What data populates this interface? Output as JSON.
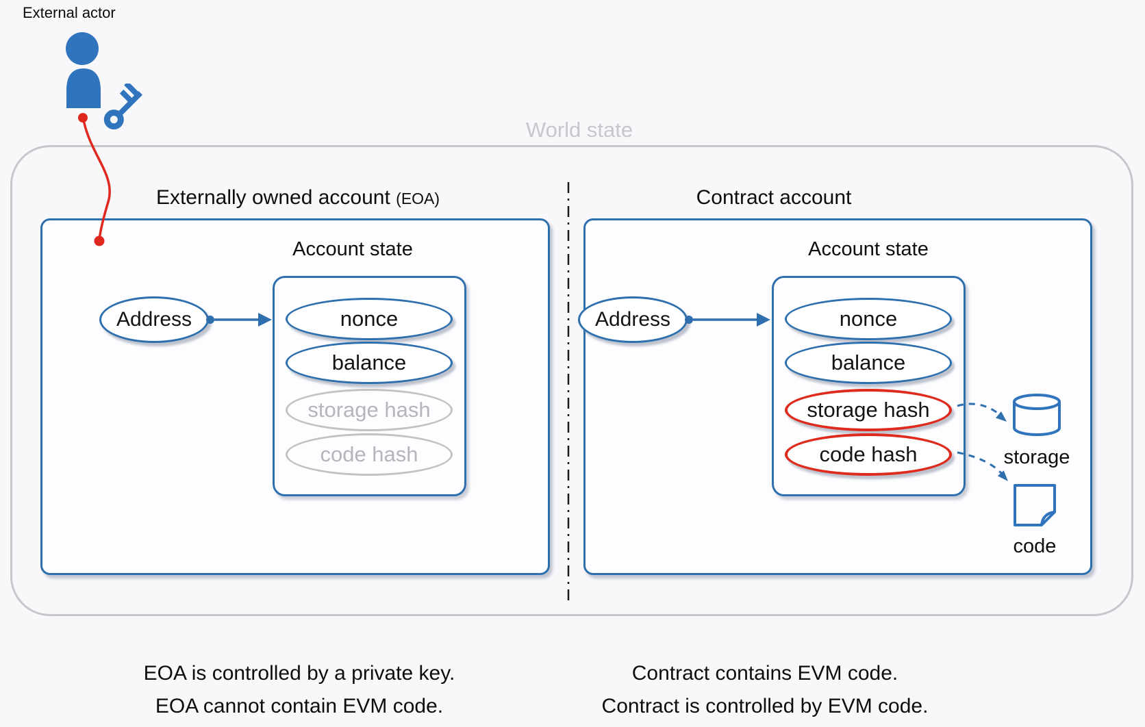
{
  "external_actor": {
    "label": "External actor"
  },
  "world_state": {
    "label": "World state"
  },
  "eoa_panel": {
    "title": "Externally owned account",
    "title_suffix": "(EOA)",
    "account_state": "Account state",
    "address": "Address",
    "fields": [
      {
        "label": "nonce",
        "style": "blue"
      },
      {
        "label": "balance",
        "style": "blue"
      },
      {
        "label": "storage hash",
        "style": "gray"
      },
      {
        "label": "code hash",
        "style": "gray"
      }
    ]
  },
  "contract_panel": {
    "title": "Contract account",
    "account_state": "Account state",
    "address": "Address",
    "fields": [
      {
        "label": "nonce",
        "style": "blue"
      },
      {
        "label": "balance",
        "style": "blue"
      },
      {
        "label": "storage hash",
        "style": "red"
      },
      {
        "label": "code hash",
        "style": "red"
      }
    ],
    "storage_icon_label": "storage",
    "code_icon_label": "code"
  },
  "captions": {
    "eoa": [
      "EOA is controlled by a private key.",
      "EOA cannot contain EVM code."
    ],
    "contract": [
      "Contract contains EVM code.",
      "Contract is controlled by EVM code."
    ]
  },
  "icons": {
    "person": "person-icon",
    "key": "key-icon",
    "storage": "database-cylinder-icon",
    "code": "document-page-icon"
  },
  "colors": {
    "diagram_blue": "#2e6fad",
    "icon_blue": "#2f74bc",
    "alert_red_stroke": "#de2b1d",
    "connector_red": "#e0281e",
    "gray_stroke": "#c2c2c2",
    "gray_text": "#b5b5ba",
    "world_state_text": "#c6c6ce",
    "outer_border": "#c7c7cb",
    "background": "#f8f8fb"
  }
}
